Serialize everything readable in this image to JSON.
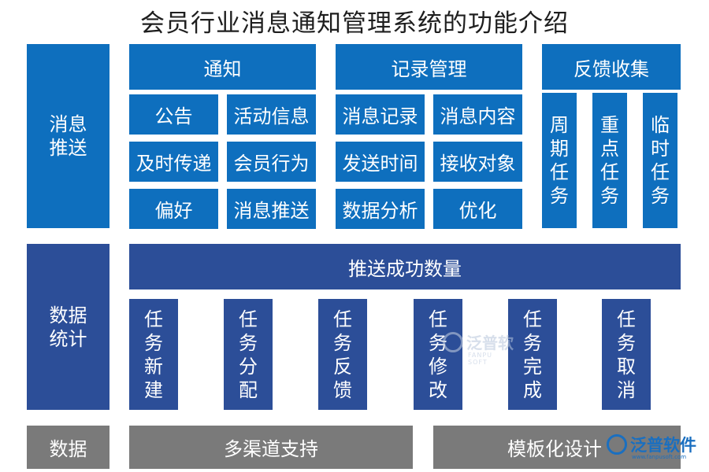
{
  "title": "会员行业消息通知管理系统的功能介绍",
  "sections": {
    "push": "消息推送",
    "stats": "数据统计",
    "data": "数据"
  },
  "notify": {
    "header": "通知",
    "items": [
      "公告",
      "活动信息",
      "及时传递",
      "会员行为",
      "偏好",
      "消息推送"
    ]
  },
  "records": {
    "header": "记录管理",
    "items": [
      "消息记录",
      "消息内容",
      "发送时间",
      "接收对象",
      "数据分析",
      "优化"
    ]
  },
  "feedback": {
    "header": "反馈收集",
    "items": [
      "周期任务",
      "重点任务",
      "临时任务"
    ]
  },
  "stats": {
    "header": "推送成功数量",
    "items": [
      "任务新建",
      "任务分配",
      "任务反馈",
      "任务修改",
      "任务完成",
      "任务取消"
    ]
  },
  "data_row": {
    "multichannel": "多渠道支持",
    "template": "模板化设计"
  },
  "watermark": {
    "name": "泛普软件",
    "mid_partial": "泛普软",
    "mid_sub": "FANPU SOFT",
    "url": "www.fanpusoft.com"
  },
  "colors": {
    "blue": "#0e6fbe",
    "navy": "#2c4e98",
    "gray": "#7a7a7a"
  }
}
